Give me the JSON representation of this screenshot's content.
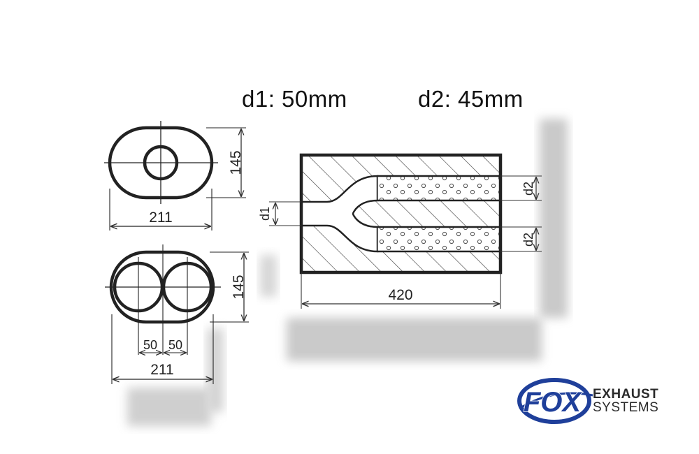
{
  "header": {
    "d1_label": "d1: 50mm",
    "d2_label": "d2: 45mm"
  },
  "single_view": {
    "width_label": "211",
    "height_label": "145"
  },
  "double_view": {
    "width_label": "211",
    "height_label": "145",
    "pipe_left_label": "50",
    "pipe_right_label": "50"
  },
  "side_view": {
    "length_label": "420",
    "d1_label": "d1",
    "d2_top_label": "d2",
    "d2_bottom_label": "d2"
  },
  "logo": {
    "mark": "FOX",
    "line1": "EXHAUST",
    "line2": "SYSTEMS",
    "brand_color": "#1f3f9a"
  }
}
